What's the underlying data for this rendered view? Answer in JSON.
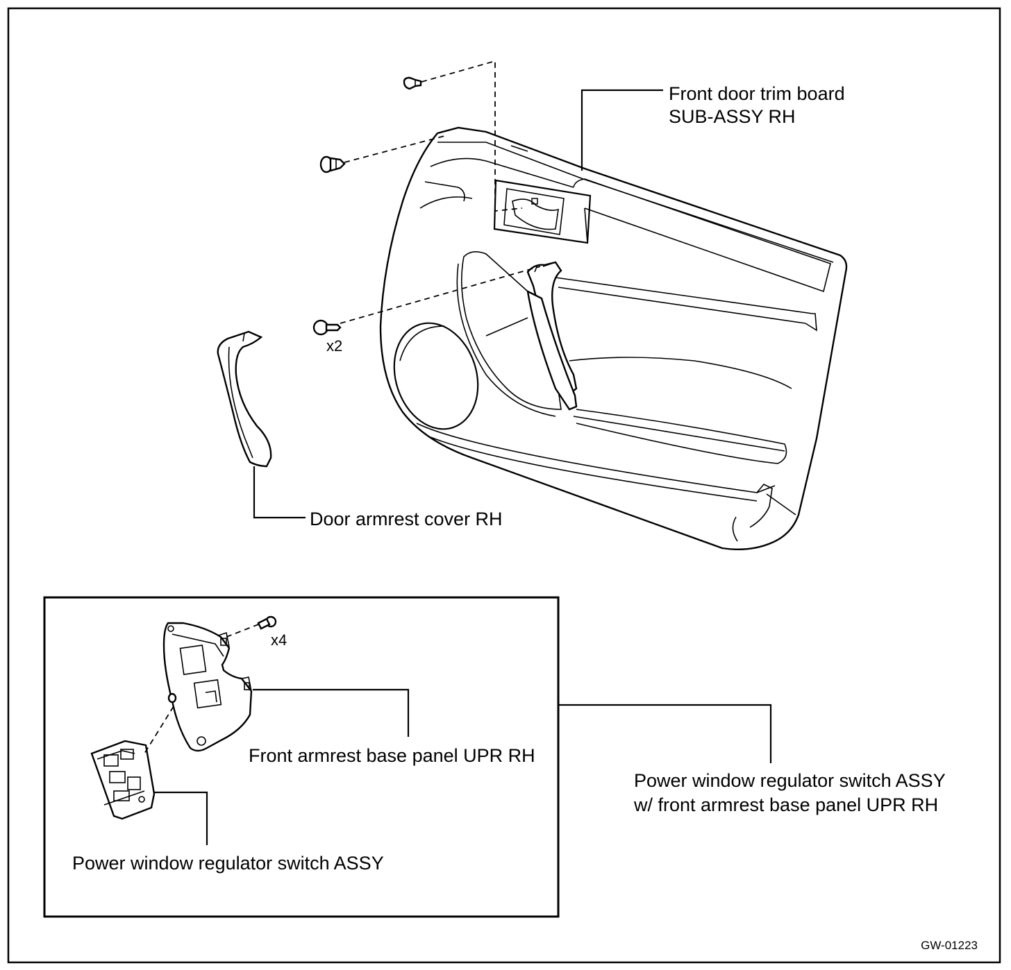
{
  "labels": {
    "front_door_trim_board_line1": "Front door trim board",
    "front_door_trim_board_line2": "SUB-ASSY RH",
    "door_armrest_cover": "Door armrest cover RH",
    "front_armrest_base_panel": "Front armrest base panel UPR RH",
    "power_window_switch": "Power window regulator switch ASSY",
    "power_window_switch_with_panel_line1": "Power window regulator switch ASSY",
    "power_window_switch_with_panel_line2": "w/ front armrest base panel UPR RH",
    "screw_qty_x2": "x2",
    "screw_qty_x4": "x4",
    "figure_code": "GW-01223"
  },
  "icons": [
    "screw-icon",
    "clip-icon"
  ]
}
